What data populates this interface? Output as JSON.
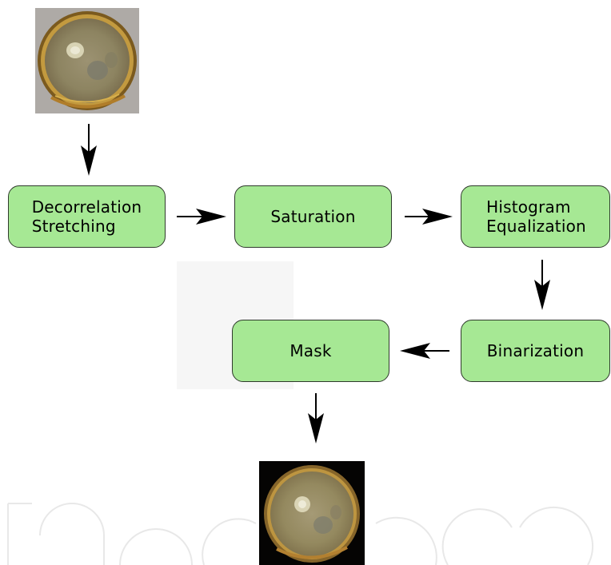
{
  "diagram": {
    "nodes": [
      {
        "id": "decorrelation",
        "label": "Decorrelation\nStretching"
      },
      {
        "id": "saturation",
        "label": "Saturation"
      },
      {
        "id": "histogram",
        "label": "Histogram\nEqualization"
      },
      {
        "id": "binarization",
        "label": "Binarization"
      },
      {
        "id": "mask",
        "label": "Mask"
      }
    ],
    "edges": [
      {
        "from": "input-image",
        "to": "decorrelation"
      },
      {
        "from": "decorrelation",
        "to": "saturation"
      },
      {
        "from": "saturation",
        "to": "histogram"
      },
      {
        "from": "histogram",
        "to": "binarization"
      },
      {
        "from": "binarization",
        "to": "mask"
      },
      {
        "from": "mask",
        "to": "output-image"
      }
    ],
    "colors": {
      "node_fill": "#a6e894",
      "node_border": "#2f3a2c",
      "arrow": "#000000"
    }
  }
}
